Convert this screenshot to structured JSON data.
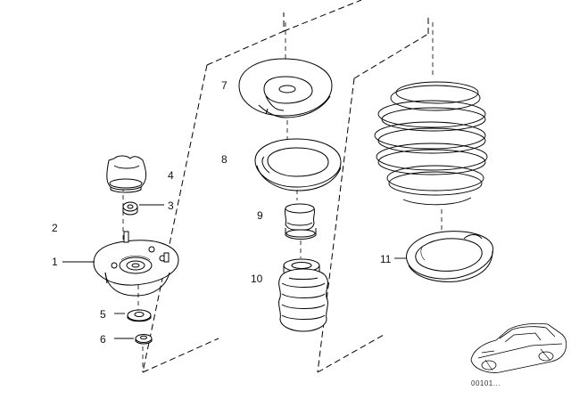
{
  "diagram": {
    "callouts": [
      {
        "id": "1",
        "label": "1"
      },
      {
        "id": "2",
        "label": "2"
      },
      {
        "id": "3",
        "label": "3"
      },
      {
        "id": "4",
        "label": "4"
      },
      {
        "id": "5",
        "label": "5"
      },
      {
        "id": "6",
        "label": "6"
      },
      {
        "id": "7",
        "label": "7"
      },
      {
        "id": "8",
        "label": "8"
      },
      {
        "id": "9",
        "label": "9"
      },
      {
        "id": "10",
        "label": "10"
      },
      {
        "id": "11",
        "label": "11"
      }
    ],
    "document_number": "00101..."
  }
}
